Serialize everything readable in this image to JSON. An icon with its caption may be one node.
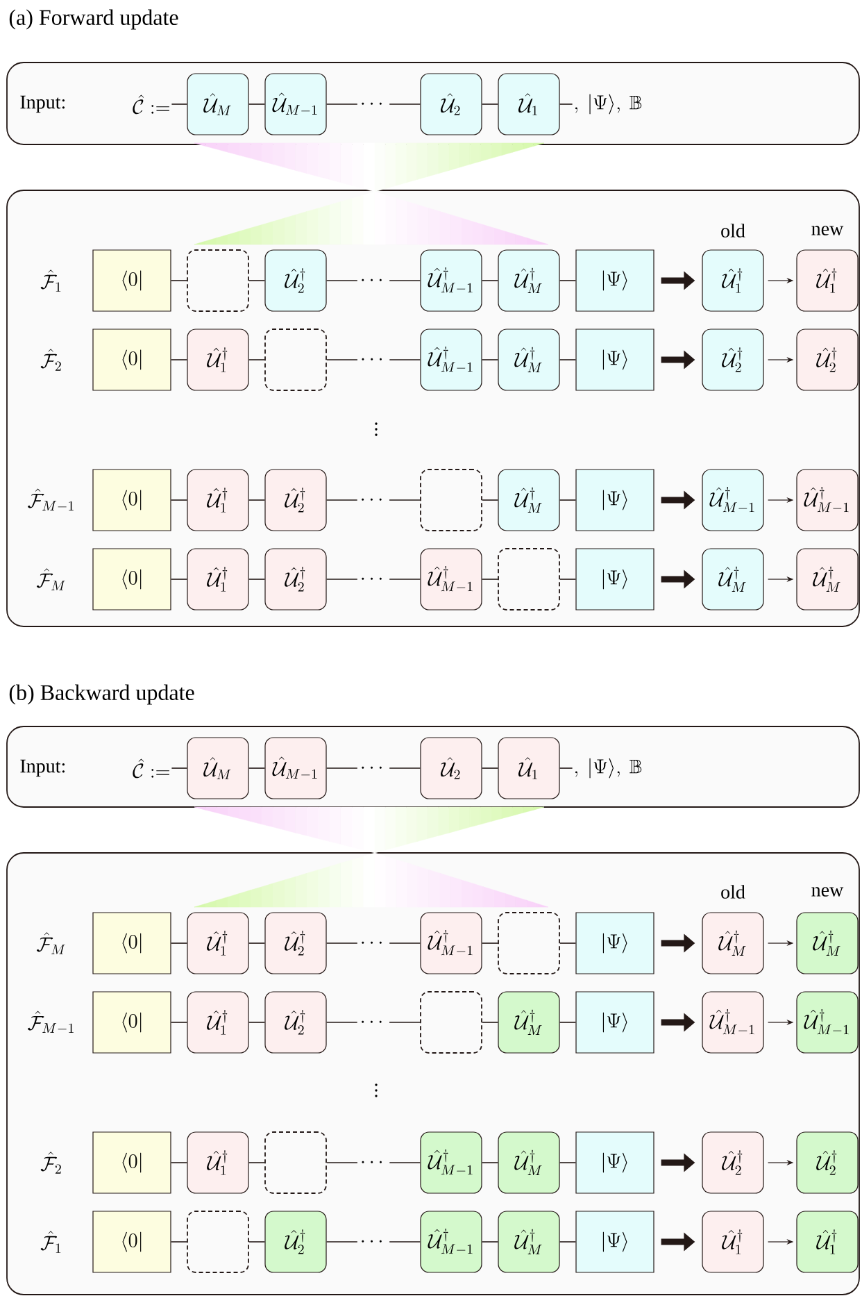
{
  "diagram": {
    "nodes": [
      {
        "text": [
          "Input:",
          "\\hat{\\mathcal{C}} :=",
          ",\\ |\\Psi\\rangle,\\ \\mathbb{B}"
        ]
      },
      {
        "text": [
          "\\hat{\\mathcal{U}}_M"
        ],
        "in": 0
      },
      {
        "text": [
          "\\hat{\\mathcal{U}}_{M-1}"
        ],
        "in": 0
      },
      {
        "text": [
          "\\hat{\\mathcal{U}}_2"
        ],
        "in": 0
      },
      {
        "text": [
          "\\hat{\\mathcal{U}}_1"
        ],
        "in": 0
      },
      {
        "text": [],
        "shape": "box"
      },
      {
        "text": [
          "\\langle 0|"
        ],
        "in": 5
      },
      {
        "text": [],
        "shape": "box",
        "in": 5
      },
      {
        "text": [
          "\\hat{\\mathcal{U}}_2^\\dagger"
        ],
        "in": 5
      },
      {
        "text": [
          "\\hat{\\mathcal{U}}_{M-1}^\\dagger"
        ],
        "in": 5
      },
      {
        "text": [
          "\\hat{\\mathcal{U}}_M^\\dagger"
        ],
        "in": 5
      },
      {
        "text": [
          "|\\Psi\\rangle"
        ],
        "in": 5
      },
      {
        "text": [
          "\\hat{\\mathcal{U}}_1^\\dagger"
        ],
        "in": 5
      },
      {
        "text": [
          "\\hat{\\mathcal{U}}_1^\\dagger"
        ],
        "in": 5
      },
      {
        "text": [
          "\\langle 0|"
        ],
        "in": 5
      },
      {
        "text": [
          "\\hat{\\mathcal{U}}_1^\\dagger"
        ],
        "in": 5
      },
      {
        "text": [],
        "shape": "box",
        "in": 5
      },
      {
        "text": [
          "\\hat{\\mathcal{U}}_{M-1}^\\dagger"
        ],
        "in": 5
      },
      {
        "text": [
          "\\hat{\\mathcal{U}}_M^\\dagger"
        ],
        "in": 5
      },
      {
        "text": [
          "|\\Psi\\rangle"
        ],
        "in": 5
      },
      {
        "text": [
          "\\hat{\\mathcal{U}}_2^\\dagger"
        ],
        "in": 5
      },
      {
        "text": [
          "\\hat{\\mathcal{U}}_2^\\dagger"
        ],
        "in": 5
      },
      {
        "text": [
          "\\langle 0|"
        ],
        "in": 5
      },
      {
        "text": [
          "\\hat{\\mathcal{U}}_1^\\dagger"
        ],
        "in": 5
      },
      {
        "text": [
          "\\hat{\\mathcal{U}}_2^\\dagger"
        ],
        "in": 5
      },
      {
        "text": [],
        "shape": "box",
        "in": 5
      },
      {
        "text": [
          "\\hat{\\mathcal{U}}_M^\\dagger"
        ],
        "in": 5
      },
      {
        "text": [
          "|\\Psi\\rangle"
        ],
        "in": 5
      },
      {
        "text": [
          "\\hat{\\mathcal{U}}_{M-1}^\\dagger"
        ],
        "in": 5
      },
      {
        "text": [
          "\\hat{\\mathcal{U}}_{M-1}^\\dagger"
        ],
        "in": 5
      },
      {
        "text": [
          "\\langle 0|"
        ],
        "in": 5
      },
      {
        "text": [
          "\\hat{\\mathcal{U}}_1^\\dagger"
        ],
        "in": 5
      },
      {
        "text": [
          "\\hat{\\mathcal{U}}_2^\\dagger"
        ],
        "in": 5
      },
      {
        "text": [
          "\\hat{\\mathcal{U}}_{M-1}^\\dagger"
        ],
        "in": 5
      },
      {
        "text": [],
        "shape": "box",
        "in": 5
      },
      {
        "text": [
          "|\\Psi\\rangle"
        ],
        "in": 5
      },
      {
        "text": [
          "\\hat{\\mathcal{U}}_M^\\dagger"
        ],
        "in": 5
      },
      {
        "text": [
          "\\hat{\\mathcal{U}}_M^\\dagger"
        ],
        "in": 5
      },
      {
        "text": [
          "Input:",
          "\\hat{\\mathcal{C}} :=",
          ",\\ |\\Psi\\rangle,\\ \\mathbb{B}"
        ]
      },
      {
        "text": [
          "\\hat{\\mathcal{U}}_M"
        ],
        "in": 38
      },
      {
        "text": [
          "\\hat{\\mathcal{U}}_{M-1}"
        ],
        "in": 38
      },
      {
        "text": [
          "\\hat{\\mathcal{U}}_2"
        ],
        "in": 38
      },
      {
        "text": [
          "\\hat{\\mathcal{U}}_1"
        ],
        "in": 38
      },
      {
        "text": [],
        "shape": "box"
      },
      {
        "text": [
          "\\langle 0|"
        ],
        "in": 43
      },
      {
        "text": [
          "\\hat{\\mathcal{U}}_1^\\dagger"
        ],
        "in": 43
      },
      {
        "text": [
          "\\hat{\\mathcal{U}}_2^\\dagger"
        ],
        "in": 43
      },
      {
        "text": [
          "\\hat{\\mathcal{U}}_{M-1}^\\dagger"
        ],
        "in": 43
      },
      {
        "text": [],
        "shape": "box",
        "in": 43
      },
      {
        "text": [
          "|\\Psi\\rangle"
        ],
        "in": 43
      },
      {
        "text": [
          "\\hat{\\mathcal{U}}_M^\\dagger"
        ],
        "in": 43
      },
      {
        "text": [
          "\\hat{\\mathcal{U}}_M^\\dagger"
        ],
        "in": 43
      },
      {
        "text": [
          "\\langle 0|"
        ],
        "in": 43
      },
      {
        "text": [
          "\\hat{\\mathcal{U}}_1^\\dagger"
        ],
        "in": 43
      },
      {
        "text": [
          "\\hat{\\mathcal{U}}_2^\\dagger"
        ],
        "in": 43
      },
      {
        "text": [],
        "shape": "box",
        "in": 43
      },
      {
        "text": [
          "\\hat{\\mathcal{U}}_M^\\dagger"
        ],
        "in": 43
      },
      {
        "text": [
          "|\\Psi\\rangle"
        ],
        "in": 43
      },
      {
        "text": [
          "\\hat{\\mathcal{U}}_{M-1}^\\dagger"
        ],
        "in": 43
      },
      {
        "text": [
          "\\hat{\\mathcal{U}}_{M-1}^\\dagger"
        ],
        "in": 43
      },
      {
        "text": [
          "\\langle 0|"
        ],
        "in": 43
      },
      {
        "text": [
          "\\hat{\\mathcal{U}}_1^\\dagger"
        ],
        "in": 43
      },
      {
        "text": [],
        "shape": "box",
        "in": 43
      },
      {
        "text": [
          "\\hat{\\mathcal{U}}_{M-1}^\\dagger"
        ],
        "in": 43
      },
      {
        "text": [
          "\\hat{\\mathcal{U}}_M^\\dagger"
        ],
        "in": 43
      },
      {
        "text": [
          "|\\Psi\\rangle"
        ],
        "in": 43
      },
      {
        "text": [
          "\\hat{\\mathcal{U}}_2^\\dagger"
        ],
        "in": 43
      },
      {
        "text": [
          "\\hat{\\mathcal{U}}_2^\\dagger"
        ],
        "in": 43
      },
      {
        "text": [
          "\\langle 0|"
        ],
        "in": 43
      },
      {
        "text": [],
        "shape": "box",
        "in": 43
      },
      {
        "text": [
          "\\hat{\\mathcal{U}}_2^\\dagger"
        ],
        "in": 43
      },
      {
        "text": [
          "\\hat{\\mathcal{U}}_{M-1}^\\dagger"
        ],
        "in": 43
      },
      {
        "text": [
          "\\hat{\\mathcal{U}}_M^\\dagger"
        ],
        "in": 43
      },
      {
        "text": [
          "|\\Psi\\rangle"
        ],
        "in": 43
      },
      {
        "text": [
          "\\hat{\\mathcal{U}}_1^\\dagger"
        ],
        "in": 43
      },
      {
        "text": [
          "\\hat{\\mathcal{U}}_1^\\dagger"
        ],
        "in": 43
      }
    ],
    "edges": [
      {
        "from": null,
        "to": 1,
        "arrow": "none"
      },
      {
        "from": 1,
        "to": 2,
        "arrow": "none"
      },
      {
        "from": 2,
        "to": 3,
        "arrow": "none",
        "label": "\\cdots"
      },
      {
        "from": 3,
        "to": 4,
        "arrow": "none"
      },
      {
        "from": 4,
        "to": null,
        "arrow": "none"
      },
      {
        "from": 6,
        "to": 7,
        "arrow": "none"
      },
      {
        "from": 7,
        "to": 8,
        "arrow": "none"
      },
      {
        "from": 8,
        "to": 9,
        "arrow": "none",
        "label": "\\cdots"
      },
      {
        "from": 9,
        "to": 10,
        "arrow": "none"
      },
      {
        "from": 10,
        "to": 11,
        "arrow": "none"
      },
      {
        "from": 11,
        "to": 12,
        "arrow": "to",
        "style": "thick"
      },
      {
        "from": 12,
        "to": 13,
        "arrow": "to"
      },
      {
        "from": 14,
        "to": 15,
        "arrow": "none"
      },
      {
        "from": 15,
        "to": 16,
        "arrow": "none"
      },
      {
        "from": 16,
        "to": 17,
        "arrow": "none",
        "label": "\\cdots"
      },
      {
        "from": 17,
        "to": 18,
        "arrow": "none"
      },
      {
        "from": 18,
        "to": 19,
        "arrow": "none"
      },
      {
        "from": 19,
        "to": 20,
        "arrow": "to",
        "style": "thick"
      },
      {
        "from": 20,
        "to": 21,
        "arrow": "to"
      },
      {
        "from": 22,
        "to": 23,
        "arrow": "none"
      },
      {
        "from": 23,
        "to": 24,
        "arrow": "none"
      },
      {
        "from": 24,
        "to": 25,
        "arrow": "none",
        "label": "\\cdots"
      },
      {
        "from": 25,
        "to": 26,
        "arrow": "none"
      },
      {
        "from": 26,
        "to": 27,
        "arrow": "none"
      },
      {
        "from": 27,
        "to": 28,
        "arrow": "to",
        "style": "thick"
      },
      {
        "from": 28,
        "to": 29,
        "arrow": "to"
      },
      {
        "from": 30,
        "to": 31,
        "arrow": "none"
      },
      {
        "from": 31,
        "to": 32,
        "arrow": "none"
      },
      {
        "from": 32,
        "to": 33,
        "arrow": "none",
        "label": "\\cdots"
      },
      {
        "from": 33,
        "to": 34,
        "arrow": "none"
      },
      {
        "from": 34,
        "to": 35,
        "arrow": "none"
      },
      {
        "from": 35,
        "to": 36,
        "arrow": "to",
        "style": "thick"
      },
      {
        "from": 36,
        "to": 37,
        "arrow": "to"
      },
      {
        "from": null,
        "to": 39,
        "arrow": "none"
      },
      {
        "from": 39,
        "to": 40,
        "arrow": "none"
      },
      {
        "from": 40,
        "to": 41,
        "arrow": "none",
        "label": "\\cdots"
      },
      {
        "from": 41,
        "to": 42,
        "arrow": "none"
      },
      {
        "from": 42,
        "to": null,
        "arrow": "none"
      },
      {
        "from": 44,
        "to": 45,
        "arrow": "none"
      },
      {
        "from": 45,
        "to": 46,
        "arrow": "none"
      },
      {
        "from": 46,
        "to": 47,
        "arrow": "none",
        "label": "\\cdots"
      },
      {
        "from": 47,
        "to": 48,
        "arrow": "none"
      },
      {
        "from": 48,
        "to": 49,
        "arrow": "none"
      },
      {
        "from": 49,
        "to": 50,
        "arrow": "to",
        "style": "thick"
      },
      {
        "from": 50,
        "to": 51,
        "arrow": "to"
      },
      {
        "from": 52,
        "to": 53,
        "arrow": "none"
      },
      {
        "from": 53,
        "to": 54,
        "arrow": "none"
      },
      {
        "from": 54,
        "to": 55,
        "arrow": "none",
        "label": "\\cdots"
      },
      {
        "from": 55,
        "to": 56,
        "arrow": "none"
      },
      {
        "from": 56,
        "to": 57,
        "arrow": "none"
      },
      {
        "from": 57,
        "to": 58,
        "arrow": "to",
        "style": "thick"
      },
      {
        "from": 58,
        "to": 59,
        "arrow": "to"
      },
      {
        "from": 60,
        "to": 61,
        "arrow": "none"
      },
      {
        "from": 61,
        "to": 62,
        "arrow": "none"
      },
      {
        "from": 62,
        "to": 63,
        "arrow": "none",
        "label": "\\cdots"
      },
      {
        "from": 63,
        "to": 64,
        "arrow": "none"
      },
      {
        "from": 64,
        "to": 65,
        "arrow": "none"
      },
      {
        "from": 65,
        "to": 66,
        "arrow": "to",
        "style": "thick"
      },
      {
        "from": 66,
        "to": 67,
        "arrow": "to"
      },
      {
        "from": 68,
        "to": 69,
        "arrow": "none"
      },
      {
        "from": 69,
        "to": 70,
        "arrow": "none"
      },
      {
        "from": 70,
        "to": 71,
        "arrow": "none",
        "label": "\\cdots"
      },
      {
        "from": 71,
        "to": 72,
        "arrow": "none"
      },
      {
        "from": 72,
        "to": 73,
        "arrow": "none"
      },
      {
        "from": 73,
        "to": 74,
        "arrow": "to",
        "style": "thick"
      },
      {
        "from": 74,
        "to": 75,
        "arrow": "to"
      }
    ],
    "labels": [
      "(a) Forward update",
      "old",
      "new",
      "\\hat{\\mathcal{F}}_1",
      "\\hat{\\mathcal{F}}_2",
      "\\vdots",
      "\\hat{\\mathcal{F}}_{M-1}",
      "\\hat{\\mathcal{F}}_M",
      "(b) Backward update",
      "old",
      "new",
      "\\hat{\\mathcal{F}}_M",
      "\\hat{\\mathcal{F}}_{M-1}",
      "\\vdots",
      "\\hat{\\mathcal{F}}_2",
      "\\hat{\\mathcal{F}}_1"
    ]
  }
}
